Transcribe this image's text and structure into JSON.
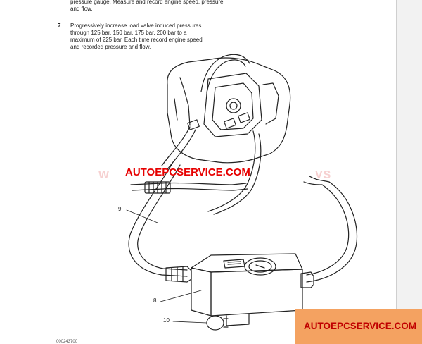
{
  "document": {
    "prev_step_tail": "pressure gauge. Measure and record engine speed, pressure and flow.",
    "step_7": {
      "number": "7",
      "text": "Progressively increase load valve induced pressures through 125 bar, 150 bar, 175 bar, 200 bar to a maximum of 225 bar. Each time record engine speed and recorded pressure and flow."
    }
  },
  "figure": {
    "callouts": {
      "c9": "9",
      "c8": "8",
      "c10": "10"
    },
    "ghost_left": "W",
    "ghost_right": "VS",
    "figure_code": "000243700"
  },
  "watermarks": {
    "center": "AUTOEPCSERVICE.COM",
    "banner": "AUTOEPCSERVICE.COM",
    "banner_color": "#f4a261",
    "text_color": "#e60000"
  }
}
